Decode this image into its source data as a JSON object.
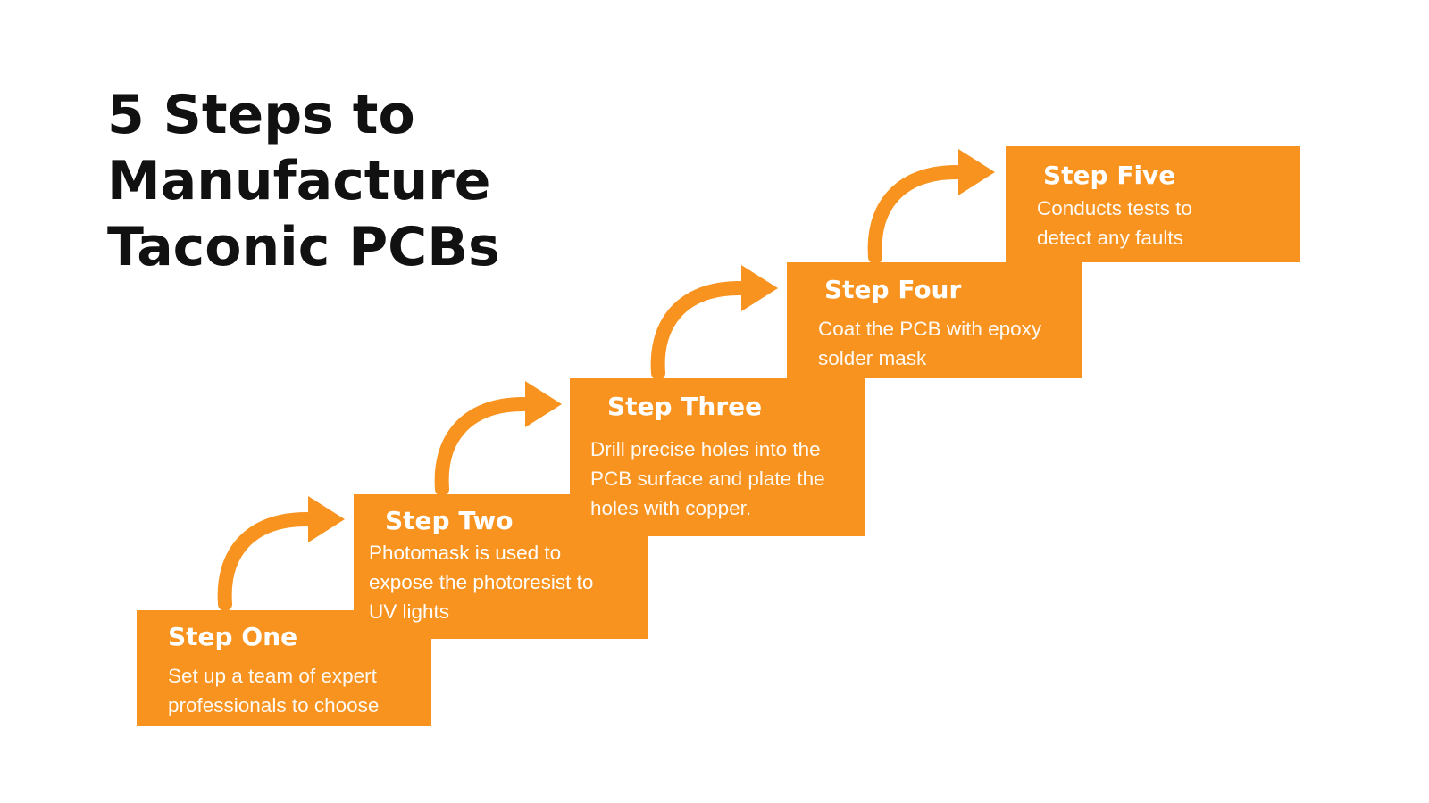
{
  "title": {
    "line1": "5 Steps to",
    "line2": "Manufacture",
    "line3": "Taconic PCBs"
  },
  "colors": {
    "accent": "#f7931e",
    "title": "#111111",
    "background": "#ffffff",
    "step_text": "#ffffff"
  },
  "steps": [
    {
      "heading": "Step One",
      "lines": [
        "Set up a team of expert",
        "professionals to choose"
      ]
    },
    {
      "heading": "Step Two",
      "lines": [
        "Photomask is used to",
        "expose the photoresist to",
        "UV lights"
      ]
    },
    {
      "heading": "Step Three",
      "lines": [
        "Drill precise holes into the",
        "PCB surface and plate the",
        "holes with copper."
      ]
    },
    {
      "heading": "Step Four",
      "lines": [
        "Coat the PCB with epoxy",
        "solder mask"
      ]
    },
    {
      "heading": "Step Five",
      "lines": [
        "Conducts  tests to",
        "detect any faults"
      ]
    }
  ],
  "arrows": [
    {
      "icon": "curved-arrow-icon"
    },
    {
      "icon": "curved-arrow-icon"
    },
    {
      "icon": "curved-arrow-icon"
    },
    {
      "icon": "curved-arrow-icon"
    }
  ]
}
